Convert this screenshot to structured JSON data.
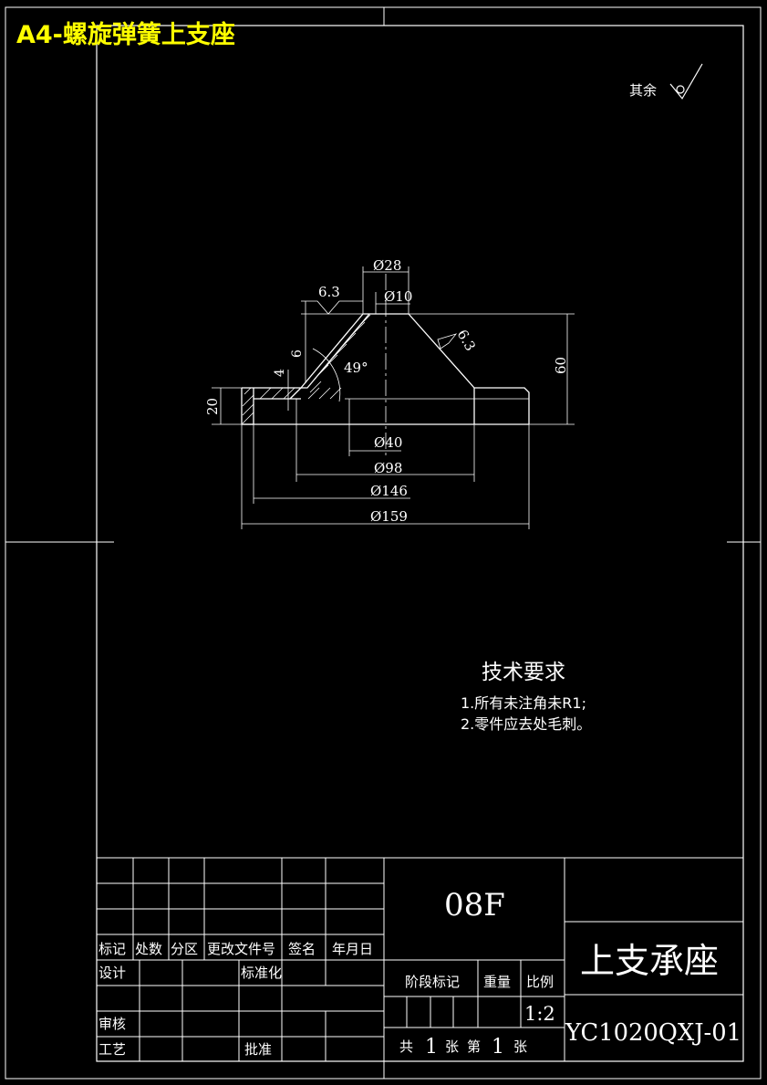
{
  "banner": "A4-螺旋弹簧上支座",
  "roughness_note": {
    "label": "其余"
  },
  "roughness_values": [
    "6.3",
    "6.3"
  ],
  "dimensions": {
    "d28": "Ø28",
    "d10": "Ø10",
    "d40": "Ø40",
    "d98": "Ø98",
    "d146": "Ø146",
    "d159": "Ø159",
    "h60": "60",
    "h20": "20",
    "h6": "6",
    "h4": "4",
    "angle": "49°"
  },
  "tech_req": {
    "heading": "技术要求",
    "items": [
      "1.所有未注角未R1;",
      "2.零件应去处毛刺。"
    ]
  },
  "title_block": {
    "headers": [
      "标记",
      "处数",
      "分区",
      "更改文件号",
      "签名",
      "年月日"
    ],
    "design": "设计",
    "standardize": "标准化",
    "review": "审核",
    "process": "工艺",
    "approve": "批准",
    "material": "08F",
    "stage_mark": "阶段标记",
    "weight": "重量",
    "scale_label": "比例",
    "scale": "1:2",
    "sheet_total_label": "共",
    "sheet_total": "1",
    "sheet_unit": "张",
    "sheet_no_label": "第",
    "sheet_no": "1",
    "sheet_unit2": "张",
    "part_name": "上支承座",
    "drawing_no": "YC1020QXJ-01"
  }
}
